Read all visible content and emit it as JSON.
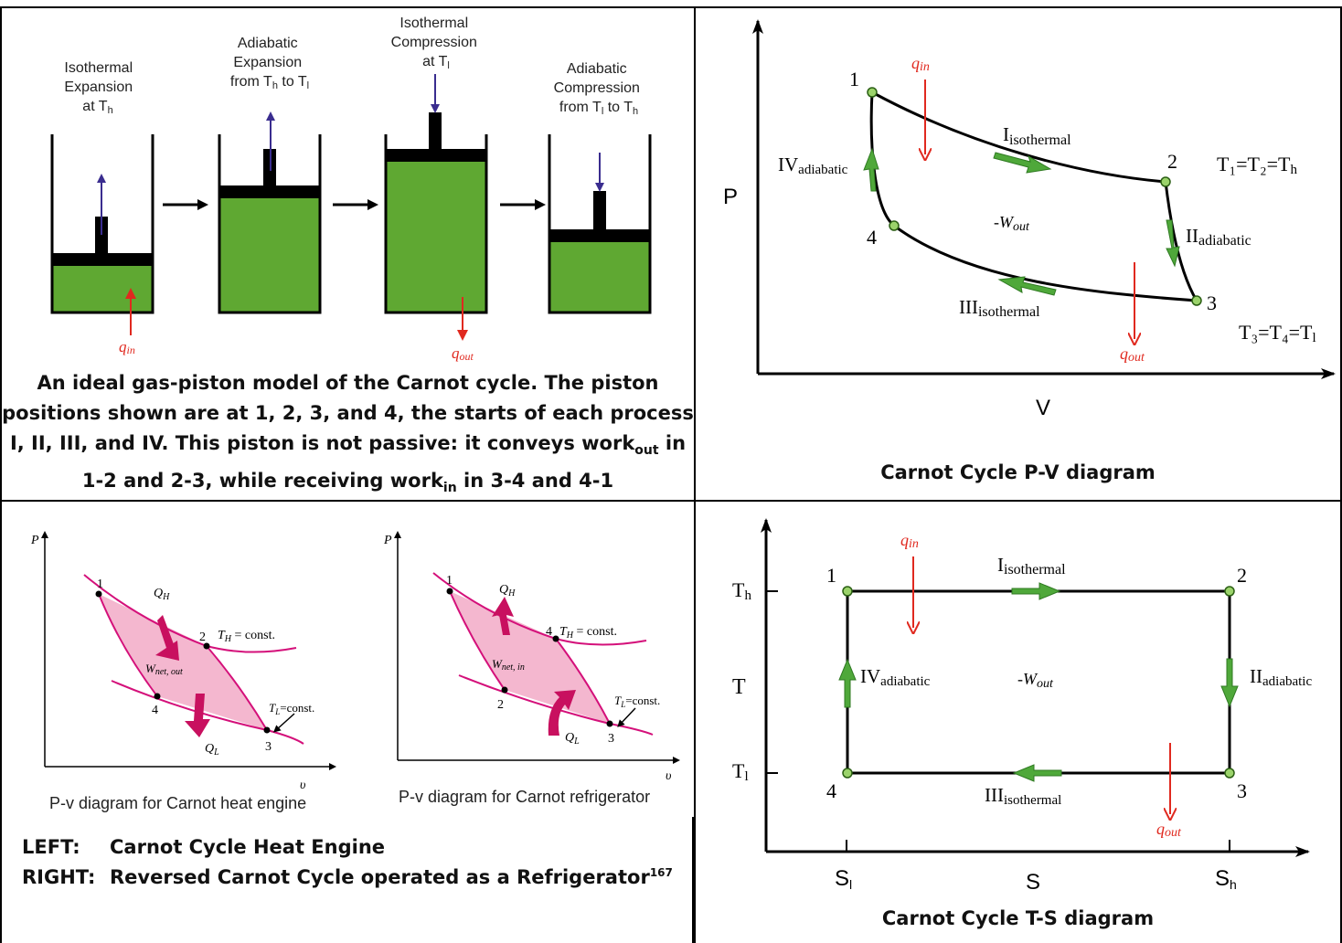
{
  "top_left": {
    "stages": [
      {
        "lines": [
          "Isothermal",
          "Expansion",
          "at T",
          "h"
        ]
      },
      {
        "lines": [
          "Adiabatic",
          "Expansion",
          "from T",
          "h",
          " to T",
          "l"
        ]
      },
      {
        "lines": [
          "Isothermal",
          "Compression",
          "at T",
          "l"
        ]
      },
      {
        "lines": [
          "Adiabatic",
          "Compression",
          "from T",
          "l",
          " to T",
          "h"
        ]
      }
    ],
    "q_in": "q",
    "q_in_sub": "in",
    "q_out": "q",
    "q_out_sub": "out",
    "caption_line1": "An ideal gas-piston model of the Carnot cycle.  The piston",
    "caption_line2": "positions shown are at 1, 2, 3, and 4, the starts of each process",
    "caption_line3_a": "I, II, III, and IV.  This piston is not passive: it conveys work",
    "caption_line3_sub": "out",
    "caption_line3_b": " in",
    "caption_line4_a": "1-2 and 2-3, while receiving work",
    "caption_line4_sub": "in",
    "caption_line4_b": "  in 3-4 and 4-1",
    "colors": {
      "gas": "#5fa832",
      "piston": "#000000",
      "arrow_up": "#3a2d8f",
      "heat": "#e0291f"
    }
  },
  "pv": {
    "axis_p": "P",
    "axis_v": "V",
    "points": [
      "1",
      "2",
      "3",
      "4"
    ],
    "label_I": "I",
    "label_I_sub": "isothermal",
    "label_II": "II",
    "label_II_sub": "adiabatic",
    "label_III": "III",
    "label_III_sub": "isothermal",
    "label_IV": "IV",
    "label_IV_sub": "adiabatic",
    "wout": "-W",
    "wout_sub": "out",
    "qin": "q",
    "qin_sub": "in",
    "qout": "q",
    "qout_sub": "out",
    "eq_top": "T₁=T₂=T",
    "eq_top_sub": "h",
    "eq_bottom": "T₃=T₄=T",
    "eq_bottom_sub": "l",
    "caption": "Carnot Cycle P-V diagram",
    "colors": {
      "arrow": "#4fa83a",
      "heat": "#e0291f"
    }
  },
  "bottom_left": {
    "engine": {
      "p": "P",
      "v": "υ",
      "qh": "Q",
      "qh_sub": "H",
      "ql": "Q",
      "ql_sub": "L",
      "w": "W",
      "w_sub": "net, out",
      "th": "T",
      "th_sub": "H",
      "th_rest": " = const.",
      "tl": "T",
      "tl_sub": "L",
      "tl_rest": "=const.",
      "pts": [
        "1",
        "2",
        "3",
        "4"
      ],
      "label": "P-v diagram for Carnot heat engine"
    },
    "fridge": {
      "p": "P",
      "v": "υ",
      "qh": "Q",
      "qh_sub": "H",
      "ql": "Q",
      "ql_sub": "L",
      "w": "W",
      "w_sub": "net, in",
      "th": "T",
      "th_sub": "H",
      "th_rest": " = const.",
      "tl": "T",
      "tl_sub": "L",
      "tl_rest": "=const.",
      "pts": [
        "1",
        "4",
        "3",
        "2"
      ],
      "label": "P-v diagram for Carnot refrigerator"
    },
    "left_key": "LEFT:",
    "left_text": "Carnot Cycle Heat Engine",
    "right_key": "RIGHT:",
    "right_text": "Reversed Carnot Cycle operated as a Refrigerator",
    "right_sup": "167",
    "colors": {
      "fill": "#f4b7cf",
      "line": "#d4107a",
      "arrow": "#c8105f"
    }
  },
  "ts": {
    "axis_t": "T",
    "th": "T",
    "th_sub": "h",
    "tl": "T",
    "tl_sub": "l",
    "sl": "S",
    "sl_sub": "l",
    "s": "S",
    "sh": "S",
    "sh_sub": "h",
    "points": [
      "1",
      "2",
      "3",
      "4"
    ],
    "label_I": "I",
    "label_I_sub": "isothermal",
    "label_II": "II",
    "label_II_sub": "adiabatic",
    "label_III": "III",
    "label_III_sub": "isothermal",
    "label_IV": "IV",
    "label_IV_sub": "adiabatic",
    "wout": "-W",
    "wout_sub": "out",
    "qin": "q",
    "qin_sub": "in",
    "qout": "q",
    "qout_sub": "out",
    "caption": "Carnot Cycle T-S diagram"
  }
}
